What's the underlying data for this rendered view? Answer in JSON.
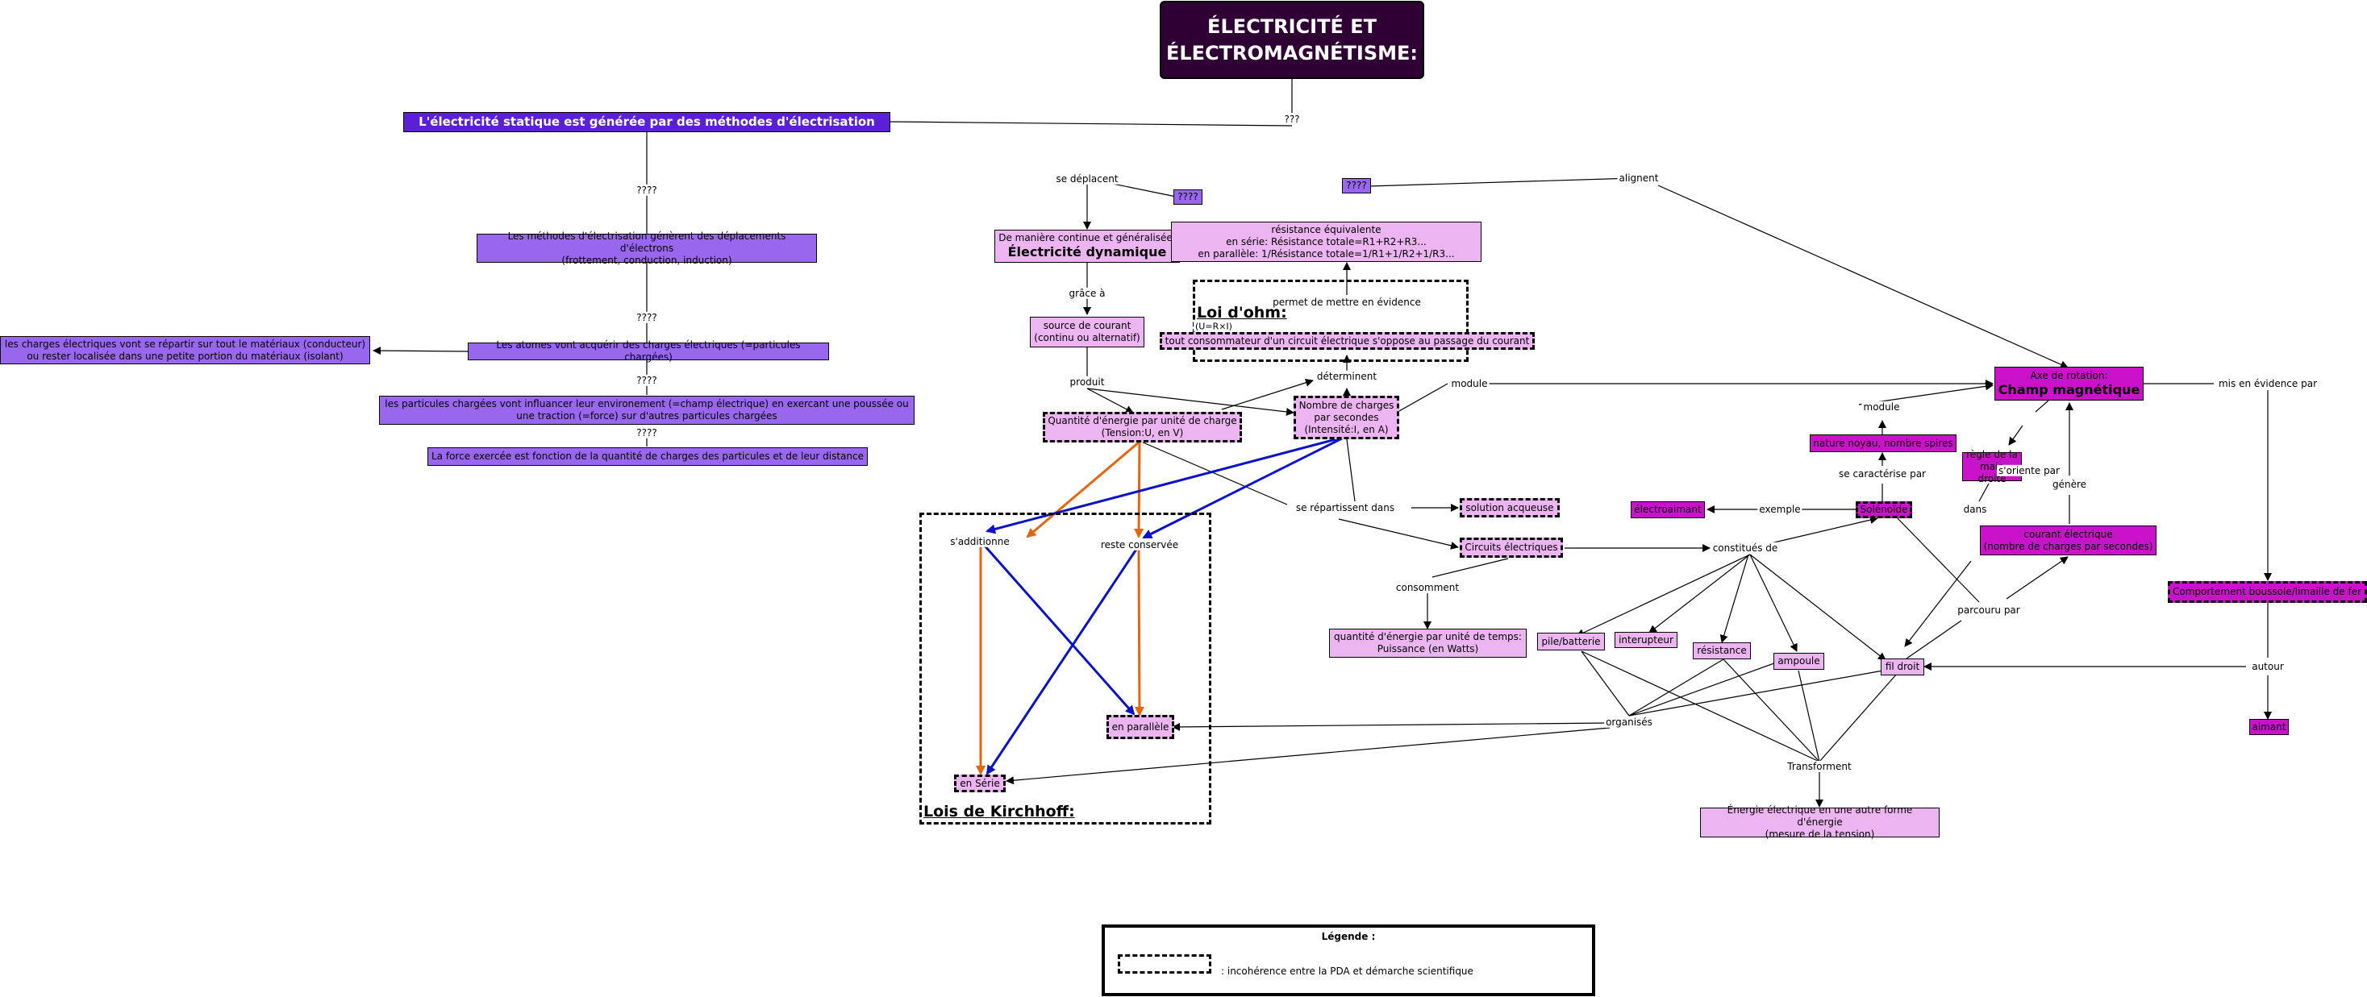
{
  "title": "ÉLECTRICITÉ ET ÉLECTROMAGNÉTISME:",
  "nodes": {
    "statique": "L'électricité statique est générée par des méthodes d'électrisation",
    "methodes": "Les méthodes d'électrisation génèrent des déplacements d'électrons\n(frottement, conduction, induction)",
    "atomes": "Les atomes vont acquérir des charges électriques (=particules chargées)",
    "charges_repartir": "les charges électriques vont se répartir sur tout le matériaux (conducteur)\nou rester localisée dans une petite portion du matériaux (isolant)",
    "particules": "les particules chargées vont influancer leur environement (=champ électrique) en exercant une poussée ou\nune traction (=force) sur d'autres particules chargées",
    "force": "La force exercée est fonction de la quantité de charges des particules et de leur distance",
    "q1": "????",
    "q2": "????",
    "dynamique_pre": "De manière continue et généralisée:",
    "dynamique_main": "Électricité dynamique",
    "source": "source de courant\n(continu ou alternatif)",
    "resistance_eq": "résistance équivalente\nen série: Résistance totale=R1+R2+R3...\nen parallèle: 1/Résistance totale=1/R1+1/R2+1/R3...",
    "consommateur": "tout consommateur d'un circuit électrique s'oppose au passage du courant",
    "tension": "Quantité d'énergie par unité de charge\n(Tension:U, en V)",
    "intensite": "Nombre de charges\npar secondes\n(Intensité:I, en A)",
    "solution": "solution acqueuse",
    "circuits": "Circuits électriques",
    "puissance": "quantité d'énergie par unité de temps:\nPuissance (en Watts)",
    "pile": "pile/batterie",
    "interrupteur": "interupteur",
    "resistance": "résistance",
    "ampoule": "ampoule",
    "fil": "fil droit",
    "energie": "Énergie électrique en une autre forme d'énergie\n(mesure de la tension)",
    "serie": "en Série",
    "parallele": "en parallèle",
    "champ_pre": "Axe de rotation:",
    "champ_main": "Champ magnétique",
    "nature": "nature noyau, nombre spires",
    "regle": "règle de la\nmain droite",
    "solenoide": "Solénoïde",
    "electroaimant": "électroaimant",
    "courant": "courant électrique\n(nombre de charges par secondes)",
    "boussole": "Comportement boussole/limaille de fer",
    "aimant": "aimant"
  },
  "groups": {
    "ohm_title": "Loi d'ohm:",
    "ohm_formula": "(U=R×I)",
    "kirchhoff_title": "Lois de Kirchhoff:"
  },
  "labels": {
    "q_top": "???",
    "q_a": "????",
    "q_b": "????",
    "q_c": "????",
    "q_d": "????",
    "se_deplacent": "se déplacent",
    "alignent": "alignent",
    "grace_a": "grâce à",
    "permet": "permet de mettre en évidence",
    "determinent": "déterminent",
    "produit": "produit",
    "module": "module",
    "repartissent": "se répartissent dans",
    "sadditionne": "s'additionne",
    "reste": "reste conservée",
    "consomment": "consomment",
    "constitues": "constitués de",
    "organises": "organisés",
    "transforment": "Transforment",
    "exemple": "exemple",
    "caracterise": "se caractérise par",
    "dans": "dans",
    "module2": "module",
    "oriente": "s'oriente par",
    "genere": "génère",
    "parcouru": "parcouru par",
    "mis_en_evidence": "mis en évidence par",
    "autour": "autour"
  },
  "legend": {
    "title": "Légende :",
    "text": ": incohérence entre la PDA et démarche scientifique"
  },
  "colors": {
    "orange": "#e8650f",
    "blue": "#0a12c8",
    "dark_violet": "#5b1fd6",
    "violet": "#9966ee",
    "light_pink": "#ecb4f0",
    "magenta": "#c912c9",
    "title_bg": "#2f0033"
  }
}
